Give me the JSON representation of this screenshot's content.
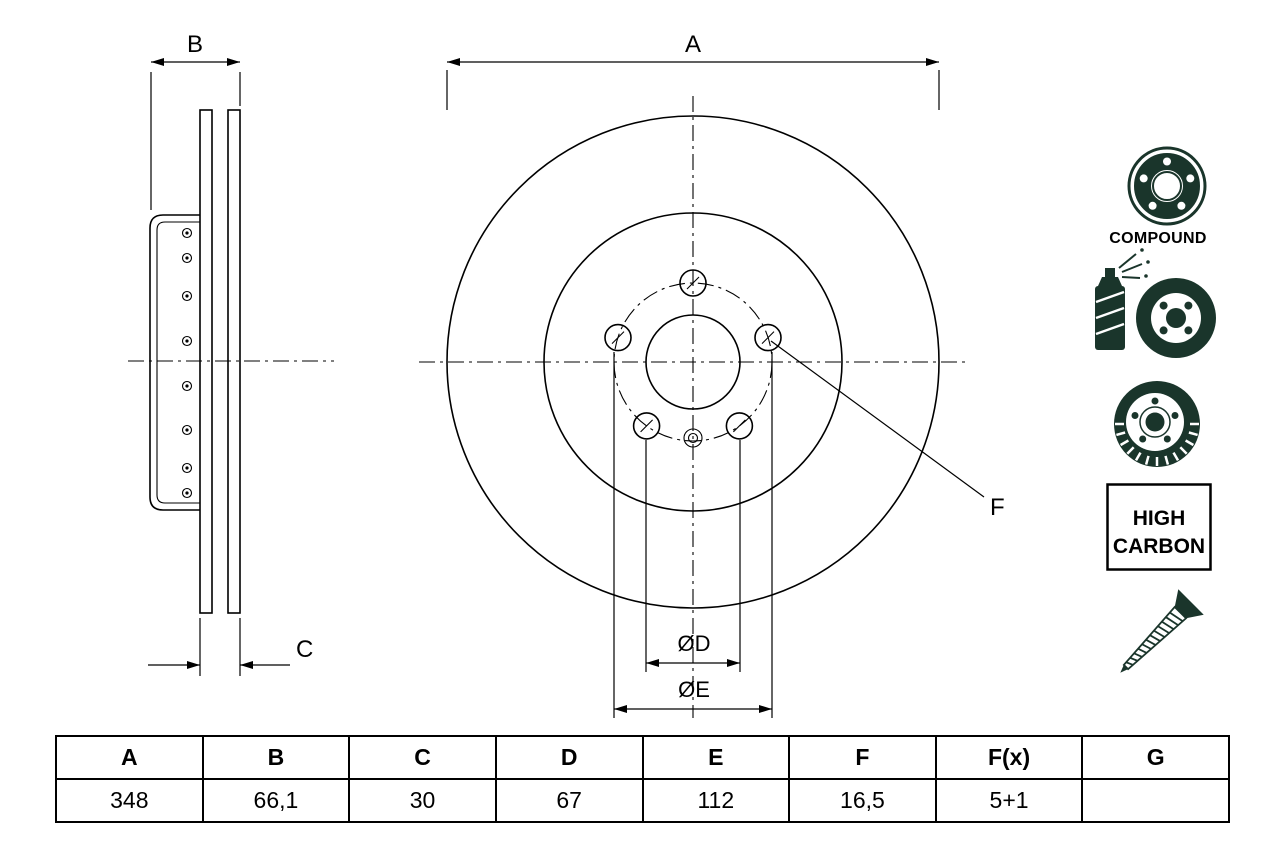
{
  "colors": {
    "line": "#000000",
    "icon_fill": "#1a352b",
    "background": "#ffffff"
  },
  "drawing": {
    "dimension_labels": {
      "a": "A",
      "b": "B",
      "c": "C",
      "d": "ØD",
      "e": "ØE",
      "f": "F"
    }
  },
  "badges": {
    "compound": "COMPOUND",
    "high_carbon": [
      "HIGH",
      "CARBON"
    ]
  },
  "icons": {
    "compound_disc": "compound-two-piece-disc-icon",
    "coated_disc": "spray-coated-disc-icon",
    "vented_disc": "vented-disc-3d-icon",
    "high_carbon_badge": "high-carbon-badge",
    "screw": "countersunk-screw-icon"
  },
  "table": {
    "headers": [
      "A",
      "B",
      "C",
      "D",
      "E",
      "F",
      "F(x)",
      "G"
    ],
    "values": [
      "348",
      "66,1",
      "30",
      "67",
      "112",
      "16,5",
      "5+1",
      ""
    ]
  }
}
